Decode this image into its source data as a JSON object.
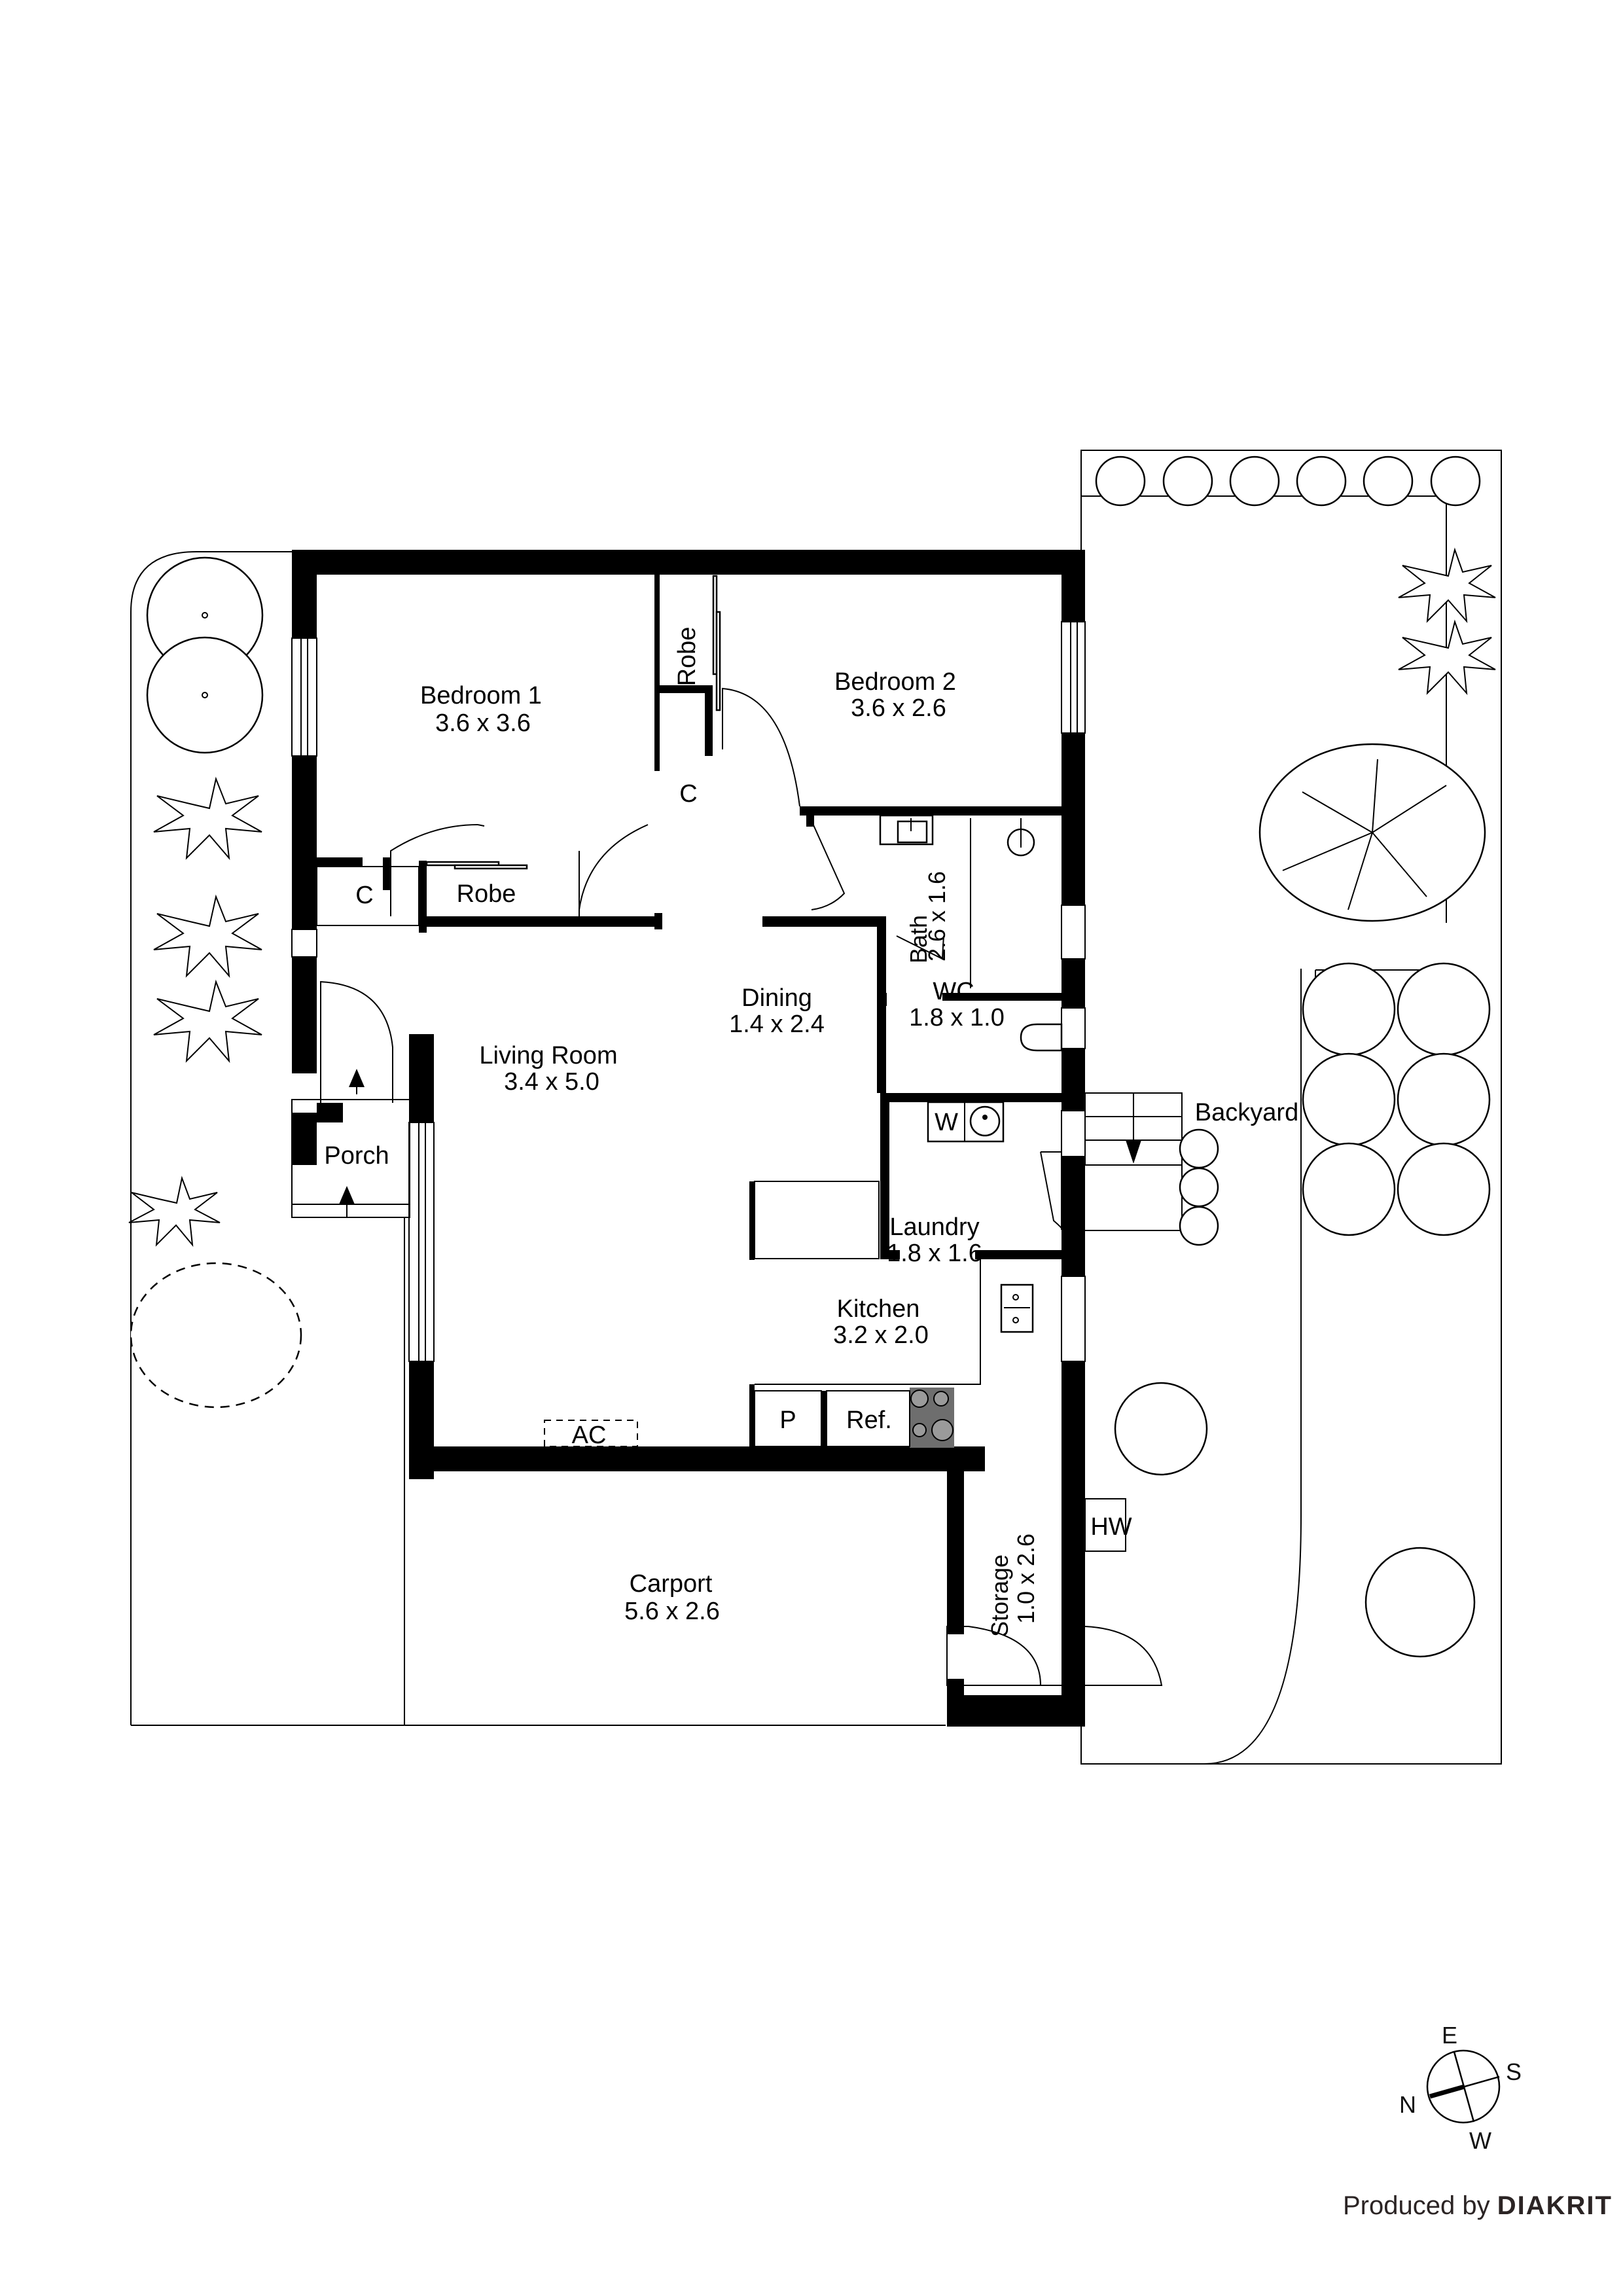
{
  "plan": {
    "rooms": [
      {
        "id": "bedroom-1",
        "name": "Bedroom 1",
        "size": "3.6 x 3.6"
      },
      {
        "id": "bedroom-2",
        "name": "Bedroom 2",
        "size": "3.6 x 2.6"
      },
      {
        "id": "robe-1",
        "name": "Robe",
        "size": ""
      },
      {
        "id": "robe-2",
        "name": "Robe",
        "size": ""
      },
      {
        "id": "cupboard-1",
        "name": "C",
        "size": ""
      },
      {
        "id": "cupboard-2",
        "name": "C",
        "size": ""
      },
      {
        "id": "bath",
        "name": "Bath",
        "size": "2.6 x 1.6"
      },
      {
        "id": "wc",
        "name": "WC",
        "size": "1.8 x 1.0"
      },
      {
        "id": "dining",
        "name": "Dining",
        "size": "1.4 x 2.4"
      },
      {
        "id": "living-room",
        "name": "Living Room",
        "size": "3.4 x 5.0"
      },
      {
        "id": "porch",
        "name": "Porch",
        "size": ""
      },
      {
        "id": "laundry",
        "name": "Laundry",
        "size": "1.8 x 1.6"
      },
      {
        "id": "kitchen",
        "name": "Kitchen",
        "size": "3.2 x 2.0"
      },
      {
        "id": "carport",
        "name": "Carport",
        "size": "5.6 x 2.6"
      },
      {
        "id": "storage",
        "name": "Storage",
        "size": "1.0 x 2.6"
      },
      {
        "id": "backyard",
        "name": "Backyard",
        "size": ""
      }
    ],
    "fixtures": {
      "washer": "W",
      "pantry": "P",
      "fridge": "Ref.",
      "air_conditioner": "AC",
      "hot_water": "HW"
    },
    "compass": {
      "north": "N",
      "east": "E",
      "south": "S",
      "west": "W"
    },
    "credit": {
      "prefix": "Produced by",
      "brand": "DIAKRIT"
    },
    "colors": {
      "wall": "#000000",
      "background": "#ffffff",
      "cooktop": "#6e6e6e",
      "burner": "#9a9a9a",
      "credit_text": "#2b2424"
    }
  }
}
